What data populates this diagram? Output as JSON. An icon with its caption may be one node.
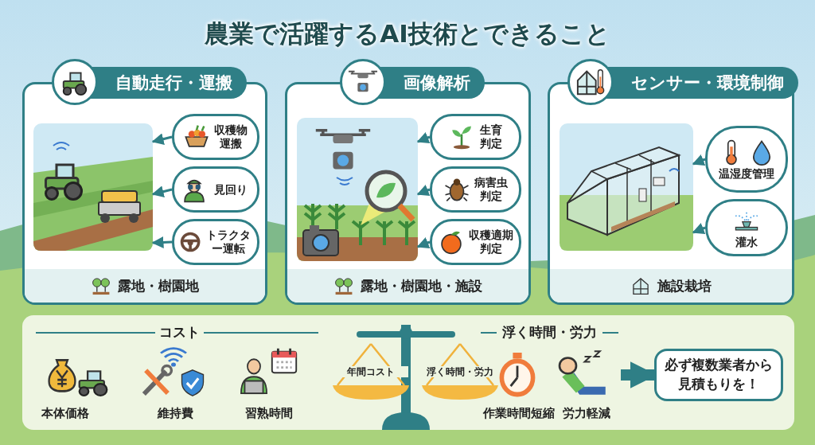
{
  "diagram": {
    "title": "農業で活躍するAI技術とできること",
    "nodes": [
      {
        "text": [
          "自動走行・運搬",
          "露地・樹園地"
        ]
      },
      {
        "text": [],
        "shape": "picture",
        "in": 0
      },
      {
        "text": [
          "収穫物運搬"
        ],
        "in": 0
      },
      {
        "text": [
          "見回り"
        ],
        "in": 0
      },
      {
        "text": [
          "トラクター運転"
        ],
        "in": 0
      },
      {
        "text": [
          "画像解析",
          "露地・樹園地・施設"
        ]
      },
      {
        "text": [],
        "shape": "picture",
        "in": 5
      },
      {
        "text": [
          "生育判定"
        ],
        "in": 5
      },
      {
        "text": [
          "病害虫判定"
        ],
        "in": 5
      },
      {
        "text": [
          "収穫適期判定"
        ],
        "in": 5
      },
      {
        "text": [
          "センサー・環境制御",
          "施設栽培"
        ]
      },
      {
        "text": [],
        "shape": "picture",
        "in": 10
      },
      {
        "text": [
          "温湿度管理"
        ],
        "in": 10
      },
      {
        "text": [
          "灌水"
        ],
        "in": 10
      },
      {
        "text": [
          "年間コスト"
        ]
      },
      {
        "text": [
          "浮く時間・労力"
        ]
      },
      {
        "text": [
          "必ず複数業者から見積もりを！"
        ]
      }
    ],
    "edges": [
      {
        "from": 2,
        "to": 1,
        "arrow": "to"
      },
      {
        "from": 3,
        "to": 1,
        "arrow": "to"
      },
      {
        "from": 4,
        "to": 1,
        "arrow": "to"
      },
      {
        "from": 7,
        "to": 6,
        "arrow": "to"
      },
      {
        "from": 8,
        "to": 6,
        "arrow": "to"
      },
      {
        "from": 9,
        "to": 6,
        "arrow": "to"
      },
      {
        "from": 12,
        "to": 11,
        "arrow": "to"
      },
      {
        "from": 13,
        "to": 11,
        "arrow": "to"
      },
      {
        "from": null,
        "to": 16,
        "arrow": "to",
        "style": "thick"
      }
    ],
    "labels": [
      "コスト",
      "本体価格",
      "維持費",
      "習熟時間",
      "浮く時間・労力",
      "作業時間短縮",
      "労力軽減"
    ]
  }
}
